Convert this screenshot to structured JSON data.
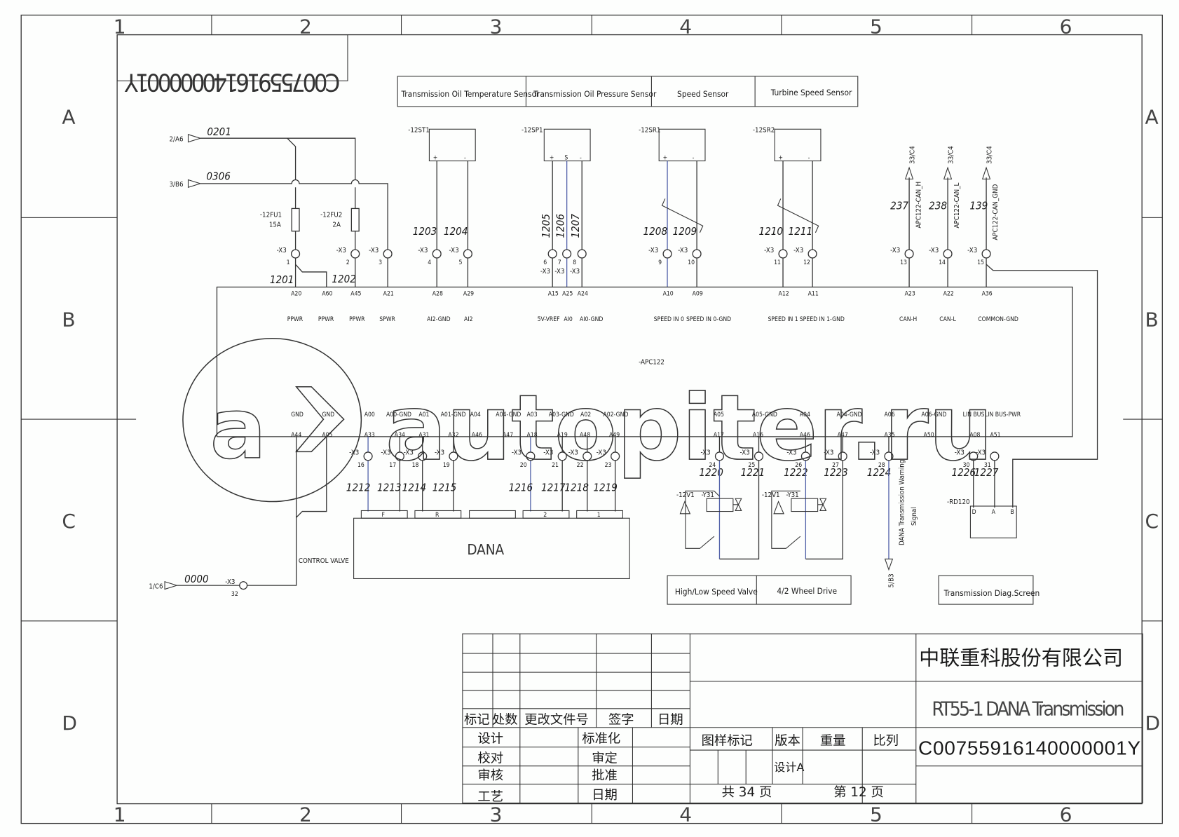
{
  "sheet": {
    "columns": [
      "1",
      "2",
      "3",
      "4",
      "5",
      "6"
    ],
    "rows": [
      "A",
      "B",
      "C",
      "D"
    ],
    "mirrored_code": "C00755916140000001Y"
  },
  "sensor_headers": [
    "Transmission Oil Temperature Sensor",
    "Transmission Oil Pressure Sensor",
    "Speed Sensor",
    "Turbine Speed Sensor"
  ],
  "power": {
    "inputs": [
      {
        "ref": "2/A6",
        "wire": "0201"
      },
      {
        "ref": "3/B6",
        "wire": "0306"
      },
      {
        "ref": "1/C6",
        "wire": "0000",
        "terminal": "-X3",
        "pin": "32"
      }
    ],
    "fuses": [
      {
        "name": "-12FU1",
        "rating": "15A"
      },
      {
        "name": "-12FU2",
        "rating": "2A"
      }
    ],
    "wires": [
      "1201",
      "1202"
    ]
  },
  "sensors": [
    {
      "name": "-12ST1",
      "pins": [
        "+",
        "-"
      ]
    },
    {
      "name": "-12SP1",
      "pins": [
        "+",
        "S",
        "-"
      ]
    },
    {
      "name": "-12SR1",
      "pins": [
        "+",
        "-"
      ]
    },
    {
      "name": "-12SR2",
      "pins": [
        "+",
        "-"
      ]
    }
  ],
  "top_terminals": [
    {
      "x3": "-X3",
      "pin": "1"
    },
    {
      "x3": "-X3",
      "pin": "2"
    },
    {
      "x3": "-X3",
      "pin": "3"
    },
    {
      "x3": "-X3",
      "pin": "4",
      "wire": "1203"
    },
    {
      "x3": "-X3",
      "pin": "5",
      "wire": "1204"
    },
    {
      "x3": "-X3",
      "pin": "6",
      "wire": "1205"
    },
    {
      "x3": "-X3",
      "pin": "7",
      "wire": "1206"
    },
    {
      "x3": "-X3",
      "pin": "8",
      "wire": "1207"
    },
    {
      "x3": "-X3",
      "pin": "9",
      "wire": "1208"
    },
    {
      "x3": "-X3",
      "pin": "10",
      "wire": "1209"
    },
    {
      "x3": "-X3",
      "pin": "11",
      "wire": "1210"
    },
    {
      "x3": "-X3",
      "pin": "12",
      "wire": "1211"
    },
    {
      "x3": "-X3",
      "pin": "13",
      "wire": "237"
    },
    {
      "x3": "-X3",
      "pin": "14",
      "wire": "238"
    },
    {
      "x3": "-X3",
      "pin": "15",
      "wire": "139"
    }
  ],
  "can": [
    {
      "ref": "33/C4",
      "signal": "APC122-CAN_H"
    },
    {
      "ref": "33/C4",
      "signal": "APC122-CAN_L"
    },
    {
      "ref": "33/C4",
      "signal": "APC122-CAN_GND"
    }
  ],
  "controller": {
    "name": "-APC122",
    "top_pins": [
      "A20",
      "A60",
      "A45",
      "A21",
      "A28",
      "A29",
      "A15",
      "A25",
      "A24",
      "A10",
      "A09",
      "A12",
      "A11",
      "A23",
      "A22",
      "A36"
    ],
    "top_functions": [
      {
        "pin": "A20",
        "fn": "PPWR"
      },
      {
        "pin": "A60",
        "fn": "PPWR"
      },
      {
        "pin": "A45",
        "fn": "PPWR"
      },
      {
        "pin": "A21",
        "fn": "SPWR"
      },
      {
        "pin": "A28",
        "fn": "AI2-GND"
      },
      {
        "pin": "A29",
        "fn": "AI2"
      },
      {
        "pin": "A15",
        "fn": "5V-VREF"
      },
      {
        "pin": "A25",
        "fn": "AI0"
      },
      {
        "pin": "A24",
        "fn": "AI0-GND"
      },
      {
        "pin": "A10",
        "fn": "SPEED IN 0"
      },
      {
        "pin": "A09",
        "fn": "SPEED IN 0-GND"
      },
      {
        "pin": "A12",
        "fn": "SPEED IN 1"
      },
      {
        "pin": "A11",
        "fn": "SPEED IN 1-GND"
      },
      {
        "pin": "A23",
        "fn": "CAN-H"
      },
      {
        "pin": "A22",
        "fn": "CAN-L"
      },
      {
        "pin": "A36",
        "fn": "COMMON-GND"
      }
    ],
    "bottom_functions": [
      "GND",
      "GND",
      "A00",
      "A00-GND",
      "A01",
      "A01-GND",
      "A04",
      "A04-GND",
      "A03",
      "A03-GND",
      "A02",
      "A02-GND",
      "A05",
      "A05-GND",
      "A04",
      "A04-GND",
      "A06",
      "A06-GND",
      "LIN BUS",
      "LIN BUS-PWR"
    ],
    "bottom_pins": [
      "A44",
      "A05",
      "A33",
      "A34",
      "A31",
      "A32",
      "A46",
      "A47",
      "A18",
      "A19",
      "A48",
      "A49",
      "A17",
      "A16",
      "A46",
      "A47",
      "A35",
      "A50",
      "A08",
      "A51"
    ]
  },
  "bottom_terminals": [
    {
      "pin": "16",
      "wire": "1212"
    },
    {
      "pin": "17",
      "wire": "1213"
    },
    {
      "pin": "18",
      "wire": "1214"
    },
    {
      "pin": "19",
      "wire": "1215"
    },
    {
      "pin": "20",
      "wire": "1216"
    },
    {
      "pin": "21",
      "wire": "1217"
    },
    {
      "pin": "22",
      "wire": "1218"
    },
    {
      "pin": "23",
      "wire": "1219"
    },
    {
      "pin": "24",
      "wire": "1220"
    },
    {
      "pin": "25",
      "wire": "1221"
    },
    {
      "pin": "26",
      "wire": "1222"
    },
    {
      "pin": "27",
      "wire": "1223"
    },
    {
      "pin": "28",
      "wire": "1224"
    },
    {
      "pin": "30",
      "wire": "1226"
    },
    {
      "pin": "31",
      "wire": "1227"
    }
  ],
  "x3_label": "-X3",
  "dana": {
    "name": "DANA",
    "connectors": [
      "F",
      "R",
      "",
      "2",
      "1"
    ],
    "control_valve": "CONTROL VALVE"
  },
  "valves": [
    {
      "diode": "-12V1",
      "coil": "-Y31"
    },
    {
      "diode": "-12V1",
      "coil": "-Y31"
    }
  ],
  "valve_headers": [
    "High/Low Speed Valve",
    "4/2 Wheel Drive"
  ],
  "warning": {
    "label": "DANA Transmission Warning Signal",
    "line1": "DANA Transmission Warning",
    "line2": "Signal",
    "ref": "5/B3"
  },
  "diag": {
    "name": "-RD120",
    "pins": [
      "D",
      "A",
      "B"
    ],
    "header": "Transmission Diag.Screen"
  },
  "watermark": "autopiter.ru",
  "title_block": {
    "company": "中联重科股份有限公司",
    "drawing_title": "RT55-1 DANA Transmission",
    "drawing_number": "C00755916140000001Y",
    "rev_headers": [
      "标记",
      "处数",
      "更改文件号",
      "签字",
      "日期"
    ],
    "roles_left": [
      "设计",
      "校对",
      "审核",
      "工艺"
    ],
    "roles_right": [
      "标准化",
      "审定",
      "批准",
      "日期"
    ],
    "attr_headers": [
      "图样标记",
      "版本",
      "重量",
      "比列"
    ],
    "version": "设计A",
    "total_pages": "共 34 页",
    "page": "第 12 页"
  }
}
